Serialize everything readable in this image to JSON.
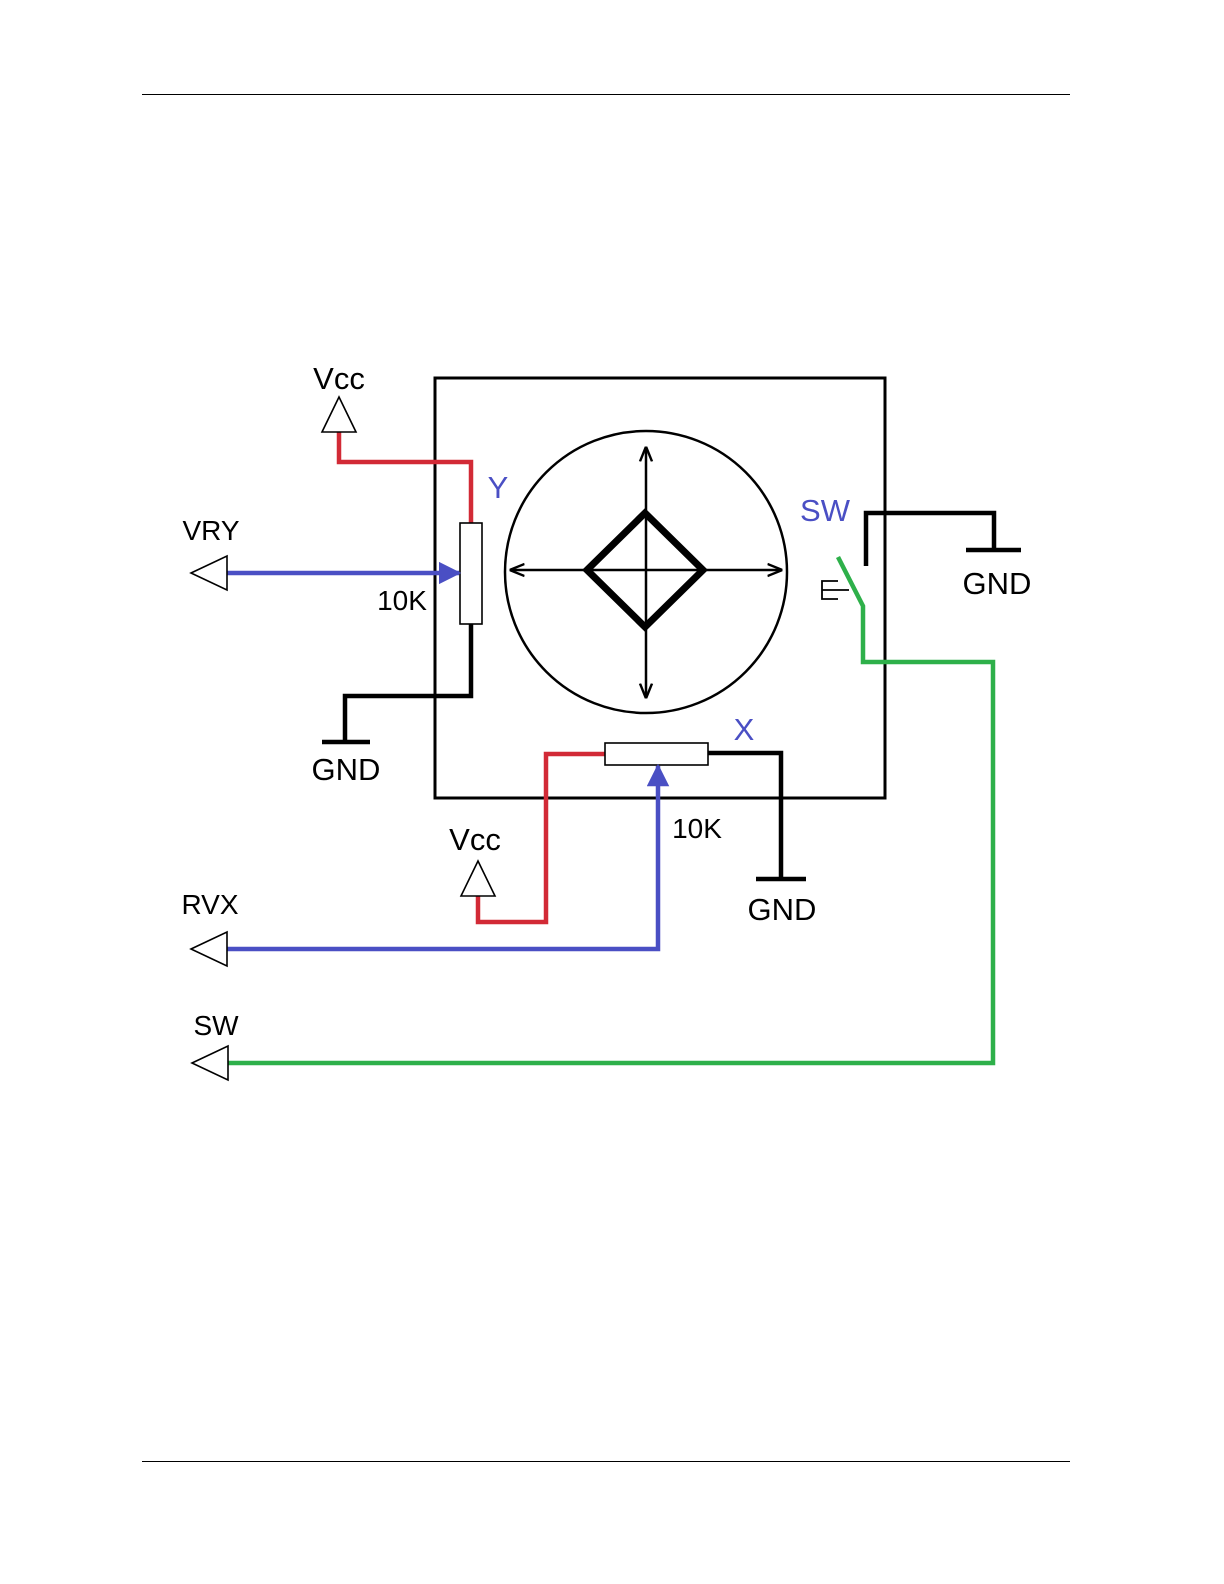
{
  "colors": {
    "vcc_wire": "#d22a36",
    "signal_wire": "#4a4fc4",
    "switch_wire": "#2eb04a",
    "ground_wire": "#000000",
    "axis_label": "#4a4fc4"
  },
  "diagram": {
    "y_pot": {
      "axis_label": "Y",
      "resistance_label": "10K",
      "vcc_label": "Vcc",
      "gnd_label": "GND"
    },
    "x_pot": {
      "axis_label": "X",
      "resistance_label": "10K",
      "vcc_label": "Vcc",
      "gnd_label": "GND"
    },
    "switch": {
      "label": "SW",
      "gnd_label": "GND"
    },
    "outputs": {
      "vry_label": "VRY",
      "rvx_label": "RVX",
      "sw_label": "SW"
    }
  }
}
